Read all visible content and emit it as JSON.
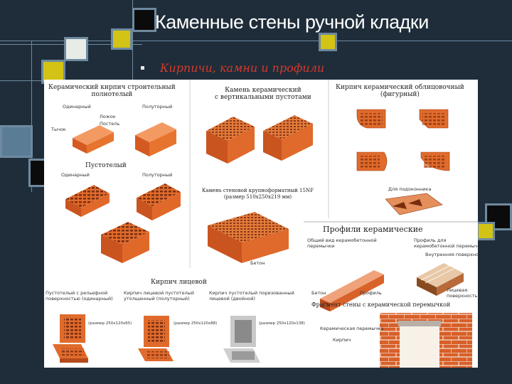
{
  "title": "Каменные стены ручной кладки",
  "subtitle": "Кирпичи, камни и профили",
  "colors": {
    "background": "#1f2d3a",
    "accent_yellow": "#d2c314",
    "frame_blue": "#6f8aa0",
    "square_dark": "#0b0b0b",
    "square_light": "#e8ece6",
    "subtitle_red": "#d6382a",
    "brick": "#e06b2c"
  },
  "diagram": {
    "sec1": {
      "title": "Керамический кирпич строительный\nполнотелый",
      "l1": "Одинарный",
      "l2": "Полуторный",
      "l3": "Ложок",
      "l4": "Тычок",
      "l5": "Постель"
    },
    "sec2": {
      "title": "Пустотелый",
      "l1": "Одинарный",
      "l2": "Полуторный"
    },
    "sec3": {
      "title": "Камень керамический\nс вертикальными пустотами"
    },
    "sec4": {
      "title": "Кирпич керамический облицовочный\n(фигурный)",
      "l1": "Для подоконника"
    },
    "sec5": {
      "title": "Камень стеновой крупноформатный 15NF\n(размер 510x250x219 мм)",
      "l1": "Бетон"
    },
    "sec6": {
      "title": "Кирпич лицевой",
      "l1": "Пустотелый с рельефной\nповерхностью (одинарный)",
      "l2": "Кирпич лицевой пустотелый\nутолщенный (полуторный)",
      "l3": "Кирпич пустотелый поризованный\nлицевой (двойной)",
      "s1": "(размер 250x120x65)",
      "s2": "(размер 250x120x88)",
      "s3": "(размер 250x120x138)"
    },
    "sec7": {
      "title": "Профили керамические",
      "l1": "Общий вид керамобетонной\nперемычки",
      "l2": "Профиль для\nкерамобетонной перемычки",
      "l3": "Внутренняя поверхность",
      "l4": "Бетон",
      "l5": "Профиль",
      "l6": "Лицевая\nповерхность"
    },
    "sec8": {
      "title": "Фрагмент стены с керамической перемычкой",
      "l1": "Керамическая перемычка",
      "l2": "Кирпич"
    }
  }
}
